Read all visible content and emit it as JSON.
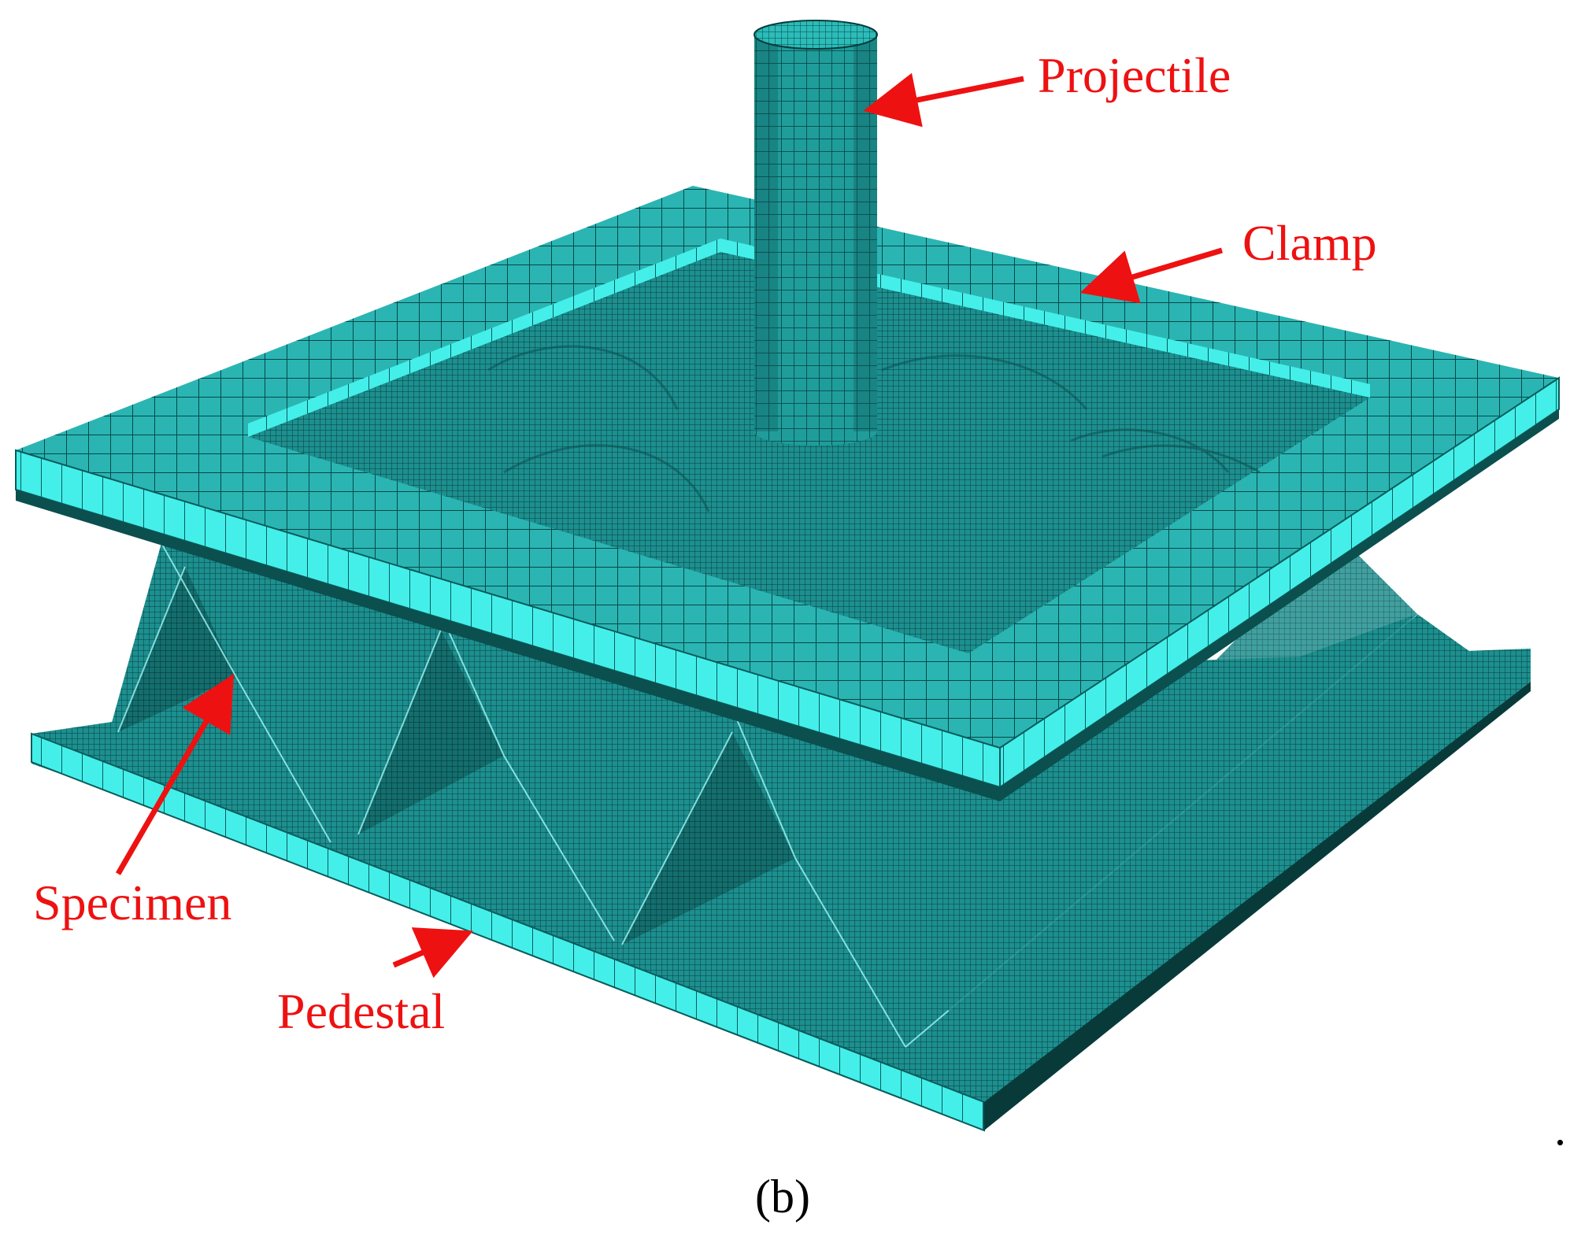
{
  "figure": {
    "panel_label": "(b)",
    "period": "."
  },
  "labels": {
    "projectile": "Projectile",
    "clamp": "Clamp",
    "specimen": "Specimen",
    "pedestal": "Pedestal"
  },
  "colors": {
    "mesh_fill": "#1fa2a2",
    "mesh_dark": "#0d5e5e",
    "mesh_light": "#3ff0ee",
    "mesh_line": "#063c3c",
    "annotation": "#ee1111",
    "text": "#000000"
  }
}
